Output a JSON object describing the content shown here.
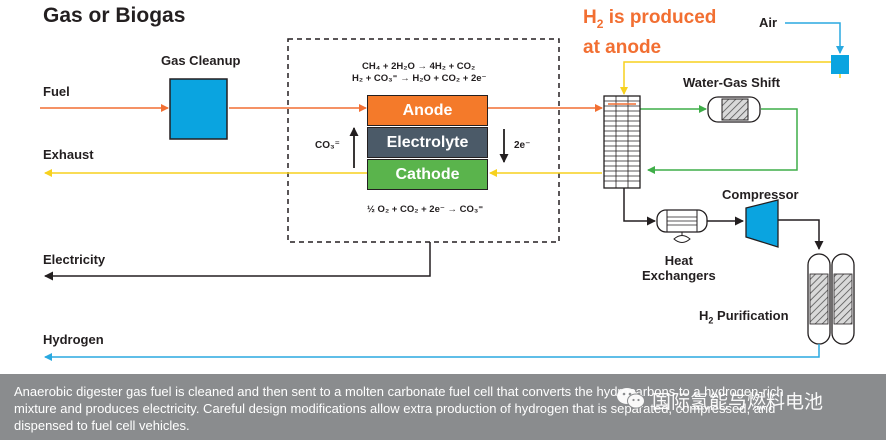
{
  "title": "Gas or Biogas",
  "highlight": {
    "prefix": "H",
    "sub": "2",
    "line1_rest": " is produced",
    "line2": "at anode"
  },
  "inputs": {
    "fuel": "Fuel",
    "air": "Air"
  },
  "outputs": {
    "exhaust": "Exhaust",
    "electricity": "Electricity",
    "hydrogen": "Hydrogen"
  },
  "components": {
    "gas_cleanup": "Gas Cleanup",
    "water_gas_shift": "Water-Gas Shift",
    "compressor": "Compressor",
    "heat_exchangers_1": "Heat",
    "heat_exchangers_2": "Exchangers",
    "purification_prefix": "H",
    "purification_sub": "2",
    "purification_rest": " Purification"
  },
  "cell": {
    "anode": "Anode",
    "electrolyte": "Electrolyte",
    "cathode": "Cathode"
  },
  "reactions": {
    "anode_1": "CH₄ + 2H₂O → 4H₂ + CO₂",
    "anode_2": "H₂ + CO₃⁼ → H₂O + CO₂ + 2e⁻",
    "cathode": "½ O₂ + CO₂ + 2e⁻ → CO₃⁼",
    "ion": "CO₃⁼",
    "electron": "2e⁻"
  },
  "caption": {
    "line1": "Anaerobic digester gas fuel is cleaned and then sent to a molten carbonate fuel cell that converts the hydrocarbons to a hydrogen-rich",
    "line2": "mixture and produces electricity.  Careful design modifications allow extra production of hydrogen that is separated, compressed, and",
    "line3": "dispensed to fuel cell vehicles."
  },
  "watermark": {
    "text": "国际氢能与燃料电池",
    "icon": "wechat-icon"
  },
  "colors": {
    "fuel": "#f26f32",
    "exhaust": "#f7d11e",
    "hydrogen": "#2aa9e0",
    "shift": "#3fae49",
    "anode": "#f47a2a",
    "electrolyte": "#4b5a68",
    "cathode": "#5ab44c",
    "cleanup": "#0aa4e0",
    "caption_bg": "#8a8c8e"
  }
}
